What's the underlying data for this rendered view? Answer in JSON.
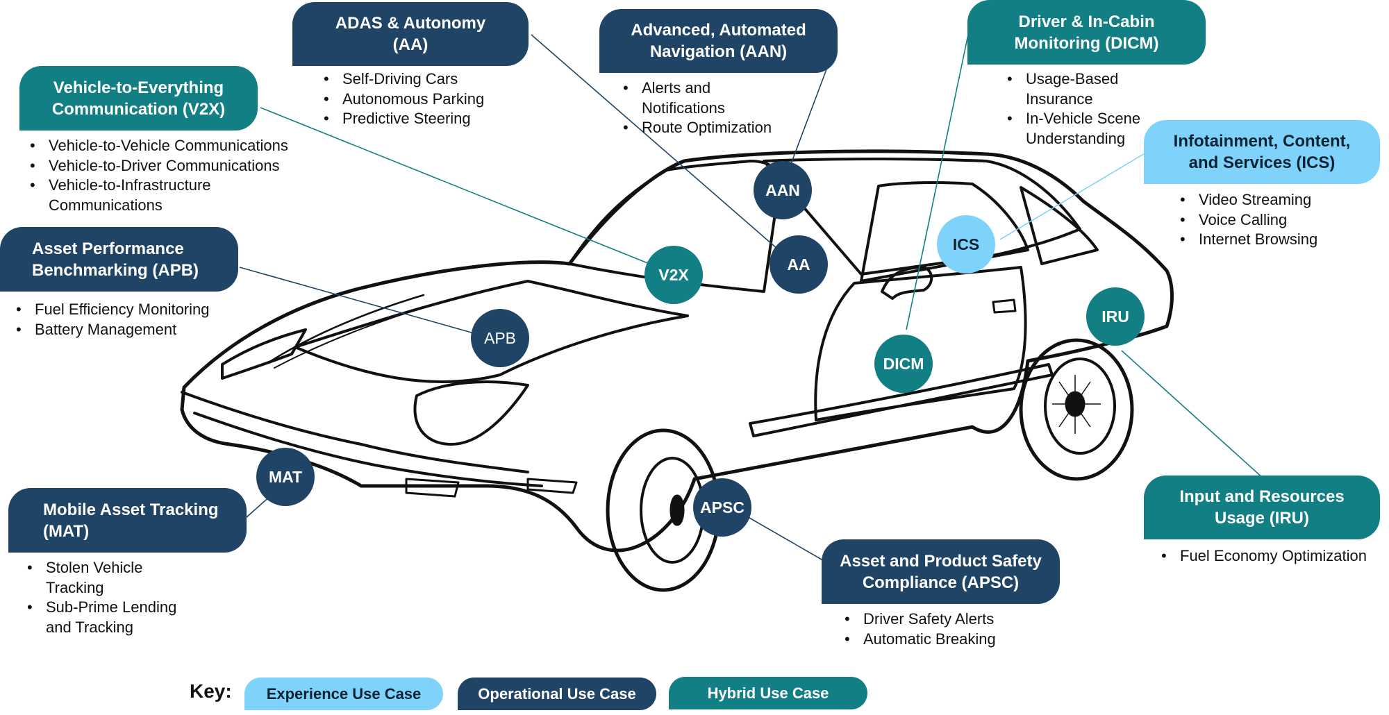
{
  "colors": {
    "operational": "#1f4465",
    "hybrid": "#127f84",
    "experience": "#7fd3fb"
  },
  "use_cases": {
    "aa": {
      "title": "ADAS & Autonomy\n(AA)",
      "code": "AA",
      "bullets": [
        "Self-Driving Cars",
        "Autonomous Parking",
        "Predictive Steering"
      ]
    },
    "aan": {
      "title": "Advanced, Automated\nNavigation (AAN)",
      "code": "AAN",
      "bullets": [
        "Alerts and\nNotifications",
        "Route Optimization"
      ]
    },
    "dicm": {
      "title": "Driver & In-Cabin\nMonitoring (DICM)",
      "code": "DICM",
      "bullets": [
        "Usage-Based\nInsurance",
        "In-Vehicle Scene\nUnderstanding"
      ]
    },
    "v2x": {
      "title": "Vehicle-to-Everything\nCommunication (V2X)",
      "code": "V2X",
      "bullets": [
        "Vehicle-to-Vehicle Communications",
        "Vehicle-to-Driver Communications",
        "Vehicle-to-Infrastructure\nCommunications"
      ]
    },
    "ics": {
      "title": "Infotainment, Content,\nand Services (ICS)",
      "code": "ICS",
      "bullets": [
        "Video Streaming",
        "Voice Calling",
        "Internet Browsing"
      ]
    },
    "apb": {
      "title": "Asset Performance\nBenchmarking (APB)",
      "code": "APB",
      "bullets": [
        "Fuel Efficiency Monitoring",
        "Battery Management"
      ]
    },
    "mat": {
      "title": "Mobile Asset Tracking\n(MAT)",
      "code": "MAT",
      "bullets": [
        "Stolen Vehicle\nTracking",
        "Sub-Prime Lending\nand Tracking"
      ]
    },
    "iru": {
      "title": "Input and Resources\nUsage (IRU)",
      "code": "IRU",
      "bullets": [
        "Fuel Economy Optimization"
      ]
    },
    "apsc": {
      "title": "Asset and Product Safety\nCompliance (APSC)",
      "code": "APSC",
      "bullets": [
        "Driver Safety Alerts",
        "Automatic Breaking"
      ]
    }
  },
  "key": {
    "title": "Key:",
    "experience": "Experience Use Case",
    "operational": "Operational Use Case",
    "hybrid": "Hybrid Use Case"
  }
}
